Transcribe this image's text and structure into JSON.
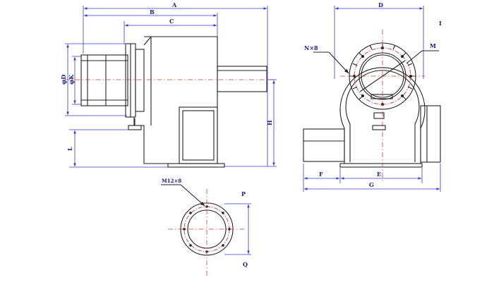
{
  "labels": {
    "A": "A",
    "B": "B",
    "C": "C",
    "D": "D",
    "E": "E",
    "F": "F",
    "G": "G",
    "H": "H",
    "L": "L",
    "M": "M",
    "P": "P",
    "Q": "Q",
    "phiD": "φD",
    "phiK": "φK",
    "N8": "N×8",
    "M12x8": "M12×8",
    "tick": "I"
  },
  "colors": {
    "outline": "#222222",
    "dimension": "#3a3acf",
    "centerline": "#d23a3a",
    "label": "#1a1a8c"
  }
}
